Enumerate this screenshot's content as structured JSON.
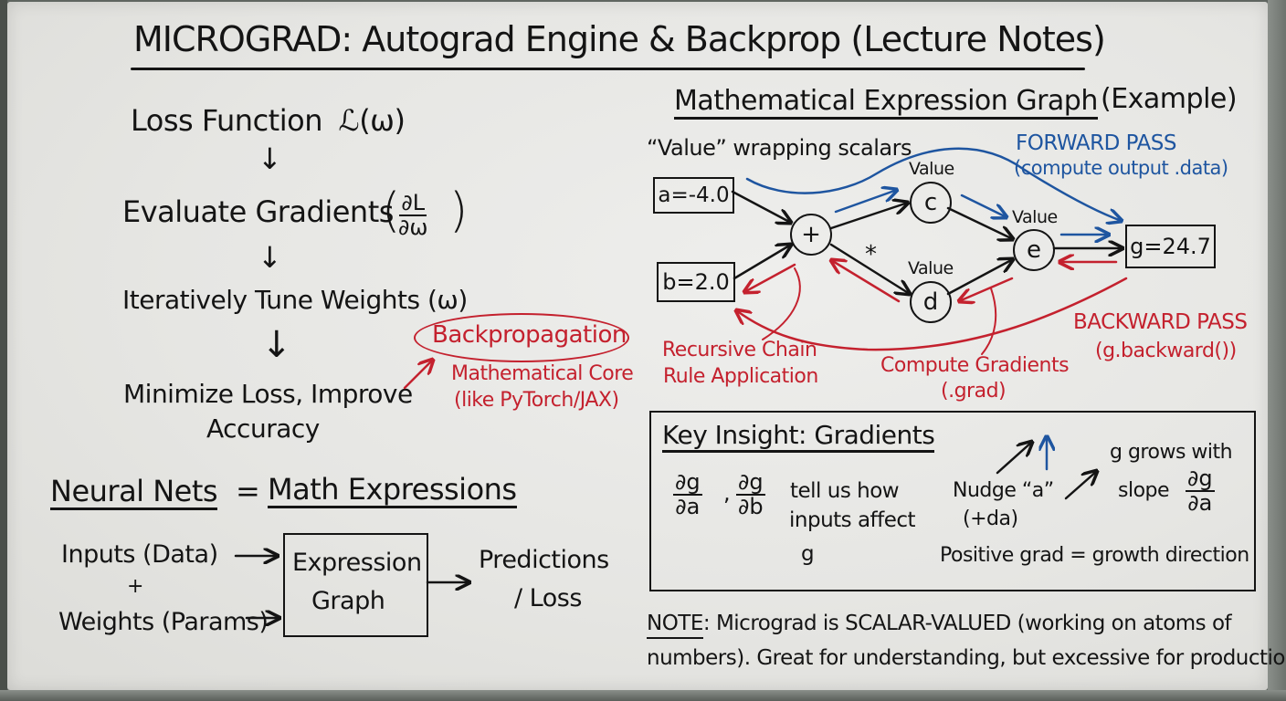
{
  "title": "MICROGRAD: Autograd Engine & Backprop (Lecture Notes)",
  "left_flow": {
    "step1": "Loss Function",
    "step1_symbol": "ℒ(ω)",
    "step2": "Evaluate Gradients",
    "step2_frac_num": "∂L",
    "step2_frac_den": "∂ω",
    "step3": "Iteratively Tune Weights (ω)",
    "step4_line1": "Minimize Loss, Improve",
    "step4_line2": "Accuracy",
    "arrow_glyph": "↓"
  },
  "backprop_callout": {
    "label": "Backpropagation",
    "sub_line1": "Mathematical Core",
    "sub_line2": "(like PyTorch/JAX)"
  },
  "neural_nets": {
    "heading_left": "Neural Nets",
    "heading_eq": "=",
    "heading_right": "Math Expressions",
    "input1": "Inputs (Data)",
    "plus": "+",
    "input2": "Weights (Params)",
    "box_line1": "Expression",
    "box_line2": "Graph",
    "output_line1": "Predictions",
    "output_line2": "/ Loss"
  },
  "graph": {
    "heading": "Mathematical Expression Graph",
    "heading_suffix": "(Example)",
    "value_caption": "“Value” wrapping scalars",
    "forward_title": "FORWARD PASS",
    "forward_sub": "(compute output .data)",
    "backward_title": "BACKWARD PASS",
    "backward_sub": "(g.backward())",
    "node_a": "a=-4.0",
    "node_b": "b=2.0",
    "node_plus": "+",
    "node_c": "c",
    "node_d": "d",
    "node_e": "e",
    "node_g": "g=24.7",
    "value_label": "Value",
    "mult_label": "*",
    "chain_line1": "Recursive Chain",
    "chain_line2": "Rule Application",
    "compute_line1": "Compute Gradients",
    "compute_line2": "(.grad)"
  },
  "insight": {
    "heading": "Key Insight: Gradients",
    "frac1_num": "∂g",
    "frac1_den": "∂a",
    "comma": ",",
    "frac2_num": "∂g",
    "frac2_den": "∂b",
    "tell_line1": "tell us how",
    "tell_line2": "inputs affect",
    "tell_line3": "g",
    "nudge_line1": "Nudge “a”",
    "nudge_line2": "(+da)",
    "grows_line1": "g grows with",
    "grows_slope": "slope",
    "frac3_num": "∂g",
    "frac3_den": "∂a",
    "positive": "Positive grad = growth direction"
  },
  "note": {
    "label": "NOTE",
    "line1": ": Micrograd is SCALAR-VALUED (working on atoms of",
    "line2": "numbers). Great for understanding, but excessive for production."
  },
  "colors": {
    "ink": "#141414",
    "red": "#c4212e",
    "blue": "#1e55a0",
    "board": "#e8e8e5"
  }
}
